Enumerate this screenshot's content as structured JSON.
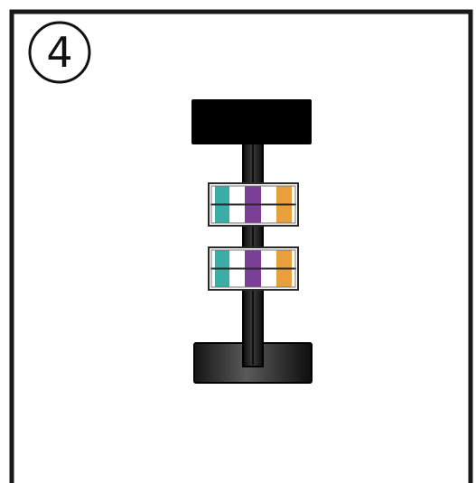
{
  "step": {
    "number": "4"
  },
  "colors": {
    "frame": "#1a1a1a",
    "top_block": "#000000",
    "pole": "#1c1c1c",
    "base_dark": "#151515",
    "base_light": "#5a5a5a",
    "panel_bg": "#ffffff",
    "stripes": [
      "#3aada6",
      "#ffffff",
      "#7b3f98",
      "#ffffff",
      "#e7a03c"
    ]
  },
  "components": {
    "clip_count": 2,
    "stripe_order": [
      "teal",
      "white",
      "purple",
      "white",
      "orange"
    ]
  }
}
